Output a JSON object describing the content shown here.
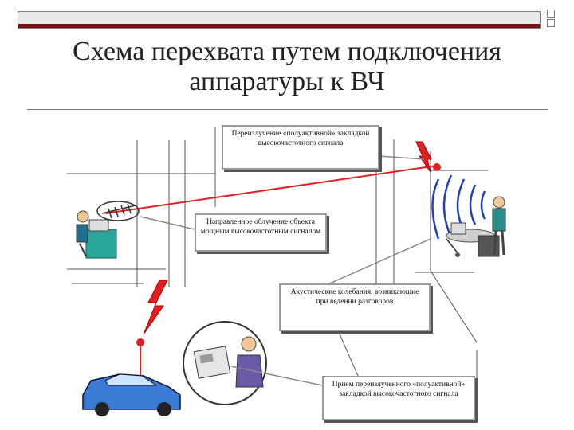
{
  "slide": {
    "title_line1": "Схема перехвата путем подключения",
    "title_line2": "аппаратуры к ВЧ"
  },
  "callouts": {
    "reradiation": "Переизлучение «полуактивной» закладкой высокочастотного сигнала",
    "directed": "Направленное облучение объекта мощным высокочастотным сигналом",
    "acoustic": "Акустические колебания, возникающие при ведении разговоров",
    "reception": "Прием переизлученного «полуактивной» закладкой высокочастотного сигнала"
  },
  "colors": {
    "accent_bar": "#7a0e12",
    "signal": "#e02020",
    "waves": "#1f3fbf",
    "car": "#3a7bd5"
  }
}
